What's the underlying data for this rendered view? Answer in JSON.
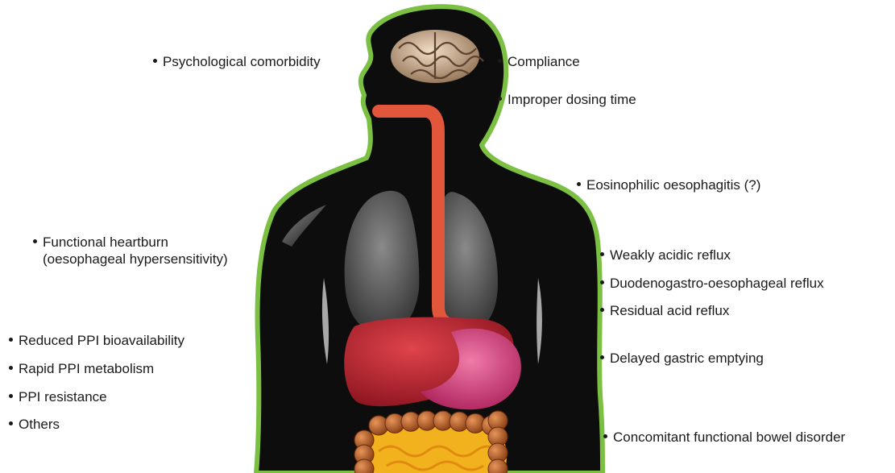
{
  "labels": {
    "psychological": "Psychological comorbidity",
    "compliance": "Compliance",
    "dosing": "Improper dosing time",
    "eosinophilic": "Eosinophilic oesophagitis (?)",
    "functional_l1": "Functional heartburn",
    "functional_l2": "(oesophageal hypersensitivity)",
    "weakly": "Weakly acidic reflux",
    "duodeno": "Duodenogastro-oesophageal reflux",
    "residual": "Residual acid reflux",
    "reduced_ppi": "Reduced PPI bioavailability",
    "rapid_ppi": "Rapid PPI metabolism",
    "ppi_resistance": "PPI resistance",
    "others": "Others",
    "delayed": "Delayed gastric emptying",
    "bowel": "Concomitant functional bowel disorder"
  },
  "colors": {
    "body": "#0d0d0d",
    "outline": "#7bc043",
    "oesophagus": "#e2563b",
    "liver": "#b8202b",
    "stomach": "#d23a7a",
    "lungs": "#6e6e6e",
    "intestine": "#c2682a",
    "small_bowel": "#f2b21e",
    "brain": "#c9a98a"
  }
}
